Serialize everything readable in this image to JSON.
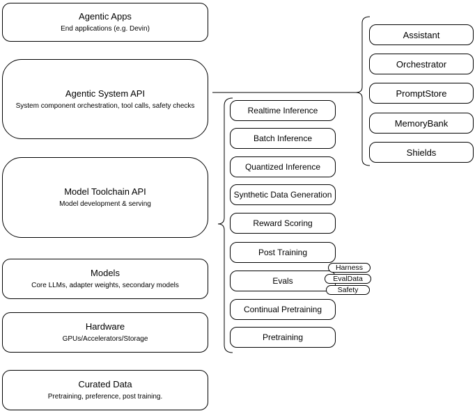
{
  "diagram": {
    "colors": {
      "stroke": "#000000",
      "fill": "#ffffff",
      "text": "#000000"
    },
    "stack": [
      {
        "title": "Agentic Apps",
        "subtitle": "End applications (e.g. Devin)"
      },
      {
        "title": "Agentic System API",
        "subtitle": "System component orchestration, tool calls, safety checks"
      },
      {
        "title": "Model Toolchain API",
        "subtitle": "Model development & serving"
      },
      {
        "title": "Models",
        "subtitle": "Core LLMs, adapter weights, secondary models"
      },
      {
        "title": "Hardware",
        "subtitle": "GPUs/Accelerators/Storage"
      },
      {
        "title": "Curated Data",
        "subtitle": "Pretraining, preference, post training."
      }
    ],
    "toolchain_services": [
      "Realtime Inference",
      "Batch Inference",
      "Quantized Inference",
      "Synthetic Data Generation",
      "Reward Scoring",
      "Post Training",
      "Evals",
      "Continual Pretraining",
      "Pretraining"
    ],
    "evals_tags": [
      "Harness",
      "EvalData",
      "Safety"
    ],
    "agentic_components": [
      "Assistant",
      "Orchestrator",
      "PromptStore",
      "MemoryBank",
      "Shields"
    ]
  }
}
